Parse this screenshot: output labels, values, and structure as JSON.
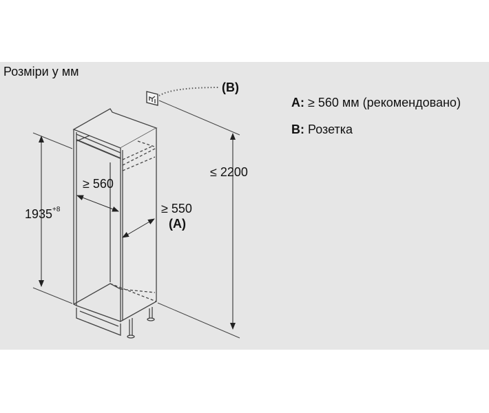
{
  "title": "Розміри у мм",
  "legend": [
    {
      "key": "A:",
      "text": "≥ 560 мм (рекомендовано)"
    },
    {
      "key": "B:",
      "text": "Розетка"
    }
  ],
  "dimensions": {
    "height_main": "1935",
    "height_tolerance": "+8",
    "height_total": "≤ 2200",
    "width": "≥ 560",
    "depth": "≥ 550",
    "depth_ref": "(A)",
    "outlet_ref": "(B)"
  },
  "icons": {
    "outlet": "power-socket-icon"
  },
  "colors": {
    "background": "#e6e6e6",
    "line": "#333333"
  }
}
